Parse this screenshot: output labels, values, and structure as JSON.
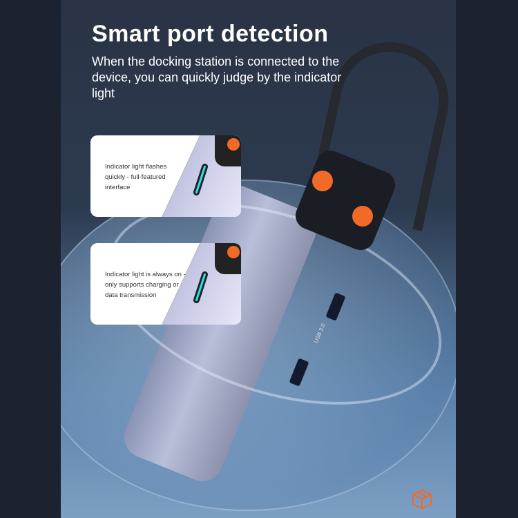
{
  "headline": "Smart port detection",
  "subtitle": "When the docking station is connected to the device, you can quickly judge by the indicator light",
  "cards": [
    {
      "text": "Indicator light flashes quickly - full-featured interface"
    },
    {
      "text": "Indicator light is always on - only supports charging or data transmission"
    }
  ],
  "port_label": "USB 3.0",
  "colors": {
    "accent": "#f26a28",
    "led": "#2ce0f0",
    "background": "#1c2230"
  },
  "icons": [
    "box-icon"
  ]
}
